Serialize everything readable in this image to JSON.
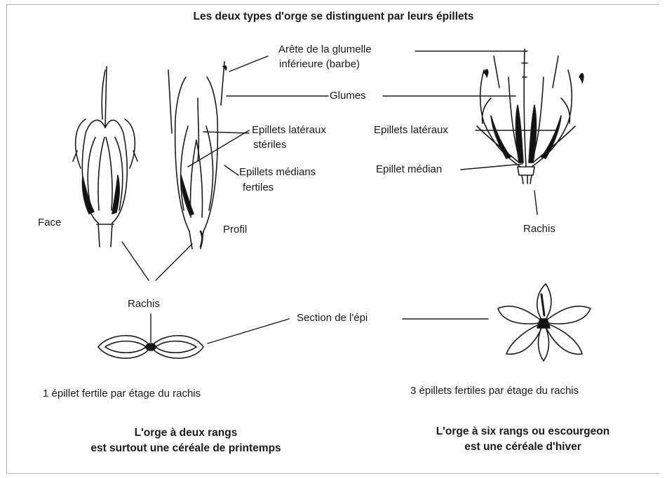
{
  "title": "Les deux types d'orge se distinguent par leurs épillets",
  "labels": {
    "arete_line1": "Arête de la glumelle",
    "arete_line2": "inférieure (barbe)",
    "glumes": "Glumes",
    "lat_steriles_line1": "Epillets latéraux",
    "lat_steriles_line2": "stériles",
    "medians_line1": "Epillets médians",
    "medians_line2": "fertiles",
    "lat_right": "Epillets latéraux",
    "median_right": "Epillet médian",
    "face": "Face",
    "profil": "Profil",
    "rachis_left": "Rachis",
    "rachis_right": "Rachis",
    "section": "Section de l'épi",
    "left_note": "1 épillet fertile par étage du rachis",
    "right_note": "3 épillets fertiles par étage du rachis"
  },
  "captions": {
    "left_line1": "L'orge à deux rangs",
    "left_line2": "est surtout une céréale de printemps",
    "right_line1": "L'orge à six rangs ou escourgeon",
    "right_line2": "est une céréale d'hiver"
  }
}
